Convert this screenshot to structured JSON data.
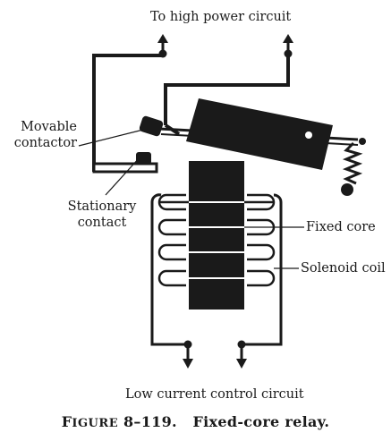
{
  "labels": {
    "top": "To high power circuit",
    "movable_line1": "Movable",
    "movable_line2": "contactor",
    "stationary_line1": "Stationary",
    "stationary_line2": "contact",
    "fixed_core": "Fixed core",
    "solenoid_coil": "Solenoid coil",
    "bottom": "Low current control circuit"
  },
  "caption": {
    "prefix_first": "F",
    "prefix_rest": "IGURE",
    "number": " 8–119.",
    "title": "Fixed-core relay."
  }
}
